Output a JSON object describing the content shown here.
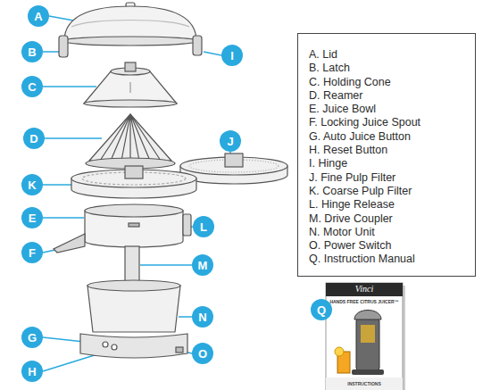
{
  "diagram": {
    "nodes": [
      {
        "text": [
          "A"
        ]
      },
      {
        "text": [
          "B"
        ]
      },
      {
        "text": [
          "I"
        ]
      },
      {
        "text": [
          "C"
        ]
      },
      {
        "text": [
          "D"
        ]
      },
      {
        "text": [
          "J"
        ]
      },
      {
        "text": [
          "K"
        ]
      },
      {
        "text": [
          "E"
        ]
      },
      {
        "text": [
          "L"
        ]
      },
      {
        "text": [
          "F"
        ]
      },
      {
        "text": [
          "M"
        ]
      },
      {
        "text": [
          "N"
        ]
      },
      {
        "text": [
          "G"
        ]
      },
      {
        "text": [
          "H"
        ]
      },
      {
        "text": [
          "O"
        ]
      },
      {
        "text": [
          "Q"
        ]
      },
      {
        "text": [
          "A. Lid",
          "B. Latch",
          "C. Holding Cone",
          "D. Reamer",
          "E. Juice Bowl",
          "F. Locking Juice Spout",
          "G. Auto Juice Button",
          "H. Reset Button",
          "I. Hinge",
          "J. Fine Pulp Filter",
          "K. Coarse Pulp Filter",
          "L. Hinge Release",
          "M. Drive Coupler",
          "N. Motor Unit",
          "O. Power Switch",
          "Q. Instruction Manual"
        ]
      }
    ],
    "labels": [
      "Vinci",
      "HANDS FREE CITRUS JUICER™",
      "INSTRUCTIONS"
    ]
  }
}
